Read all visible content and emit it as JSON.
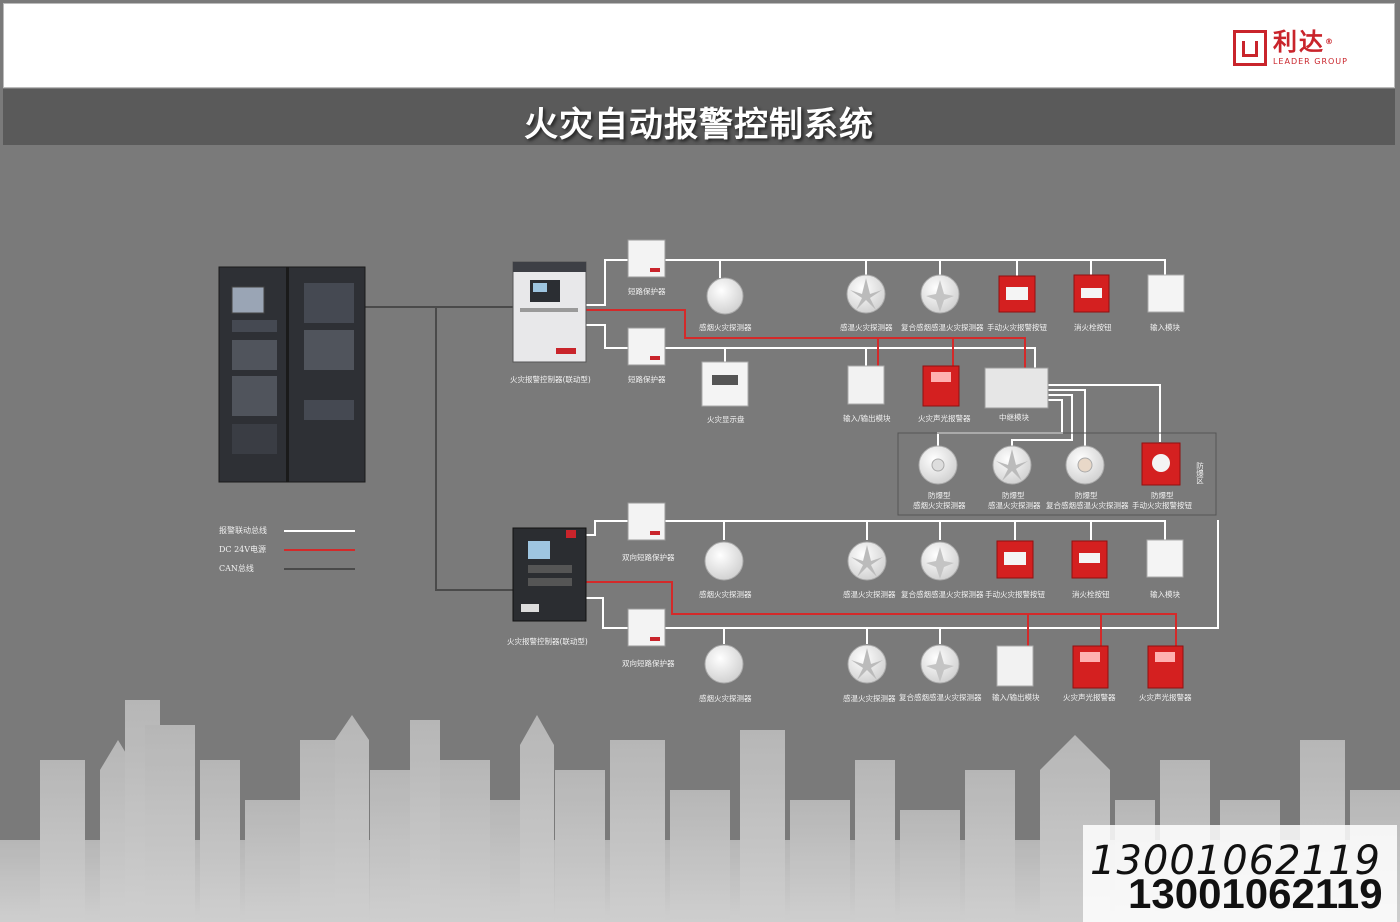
{
  "header": {
    "logo_cn": "利达",
    "logo_reg": "®",
    "logo_en": "LEADER GROUP",
    "title": "火灾自动报警控制系统"
  },
  "colors": {
    "alarm_bus": "#ffffff",
    "dc24v": "#d42a2a",
    "can_bus": "#4a4a4a",
    "brand_red": "#c9242b"
  },
  "legend": [
    {
      "label": "报警联动总线",
      "color": "#ffffff"
    },
    {
      "label": "DC 24V电源",
      "color": "#d42a2a"
    },
    {
      "label": "CAN总线",
      "color": "#4a4a4a"
    }
  ],
  "top_system": {
    "controller": "火灾报警控制器(联动型)",
    "protector_a": "短路保护器",
    "protector_b": "短路保护器",
    "row1": [
      "感烟火灾探测器",
      "感温火灾探测器",
      "复合感烟感温火灾探测器",
      "手动火灾报警按钮",
      "消火栓按钮",
      "输入模块"
    ],
    "row2": [
      "火灾显示盘",
      "输入/输出模块",
      "火灾声光报警器",
      "中继模块"
    ],
    "explosion_zone_label": "防爆区",
    "explosion_row": [
      {
        "l1": "防爆型",
        "l2": "感烟火灾探测器"
      },
      {
        "l1": "防爆型",
        "l2": "感温火灾探测器"
      },
      {
        "l1": "防爆型",
        "l2": "复合感烟感温火灾探测器"
      },
      {
        "l1": "防爆型",
        "l2": "手动火灾报警按钮"
      }
    ]
  },
  "bottom_system": {
    "controller": "火灾报警控制器(联动型)",
    "protector_a": "双向短路保护器",
    "protector_b": "双向短路保护器",
    "row1": [
      "感烟火灾探测器",
      "感温火灾探测器",
      "复合感烟感温火灾探测器",
      "手动火灾报警按钮",
      "消火栓按钮",
      "输入模块"
    ],
    "row2": [
      "感烟火灾探测器",
      "感温火灾探测器",
      "复合感烟感温火灾探测器",
      "输入/输出模块",
      "火灾声光报警器",
      "火灾声光报警器"
    ]
  },
  "contact": {
    "phone_italic": "13001062119",
    "phone_bold": "13001062119"
  }
}
